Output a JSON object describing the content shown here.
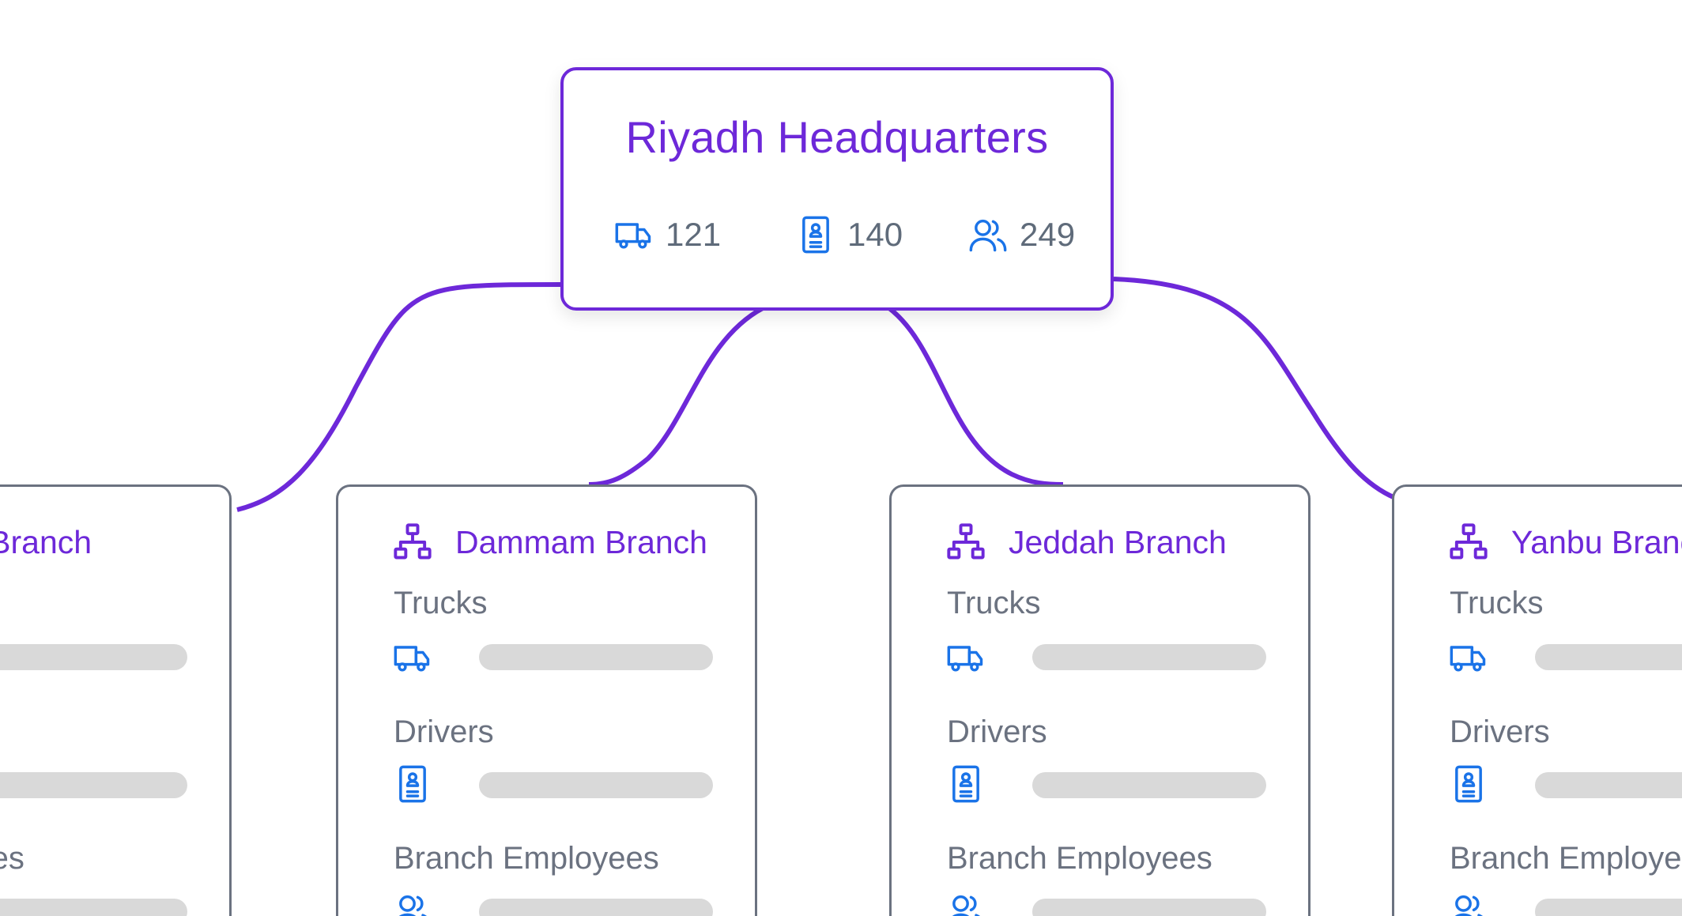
{
  "headquarters": {
    "name": "Riyadh Headquarters",
    "stats": [
      {
        "icon": "truck-icon",
        "value": "121"
      },
      {
        "icon": "driver-badge-icon",
        "value": "140"
      },
      {
        "icon": "users-icon",
        "value": "249"
      }
    ]
  },
  "branches": [
    {
      "name": "Qassim Branch",
      "visible_name": "sim Branch",
      "labels": {
        "trucks": "",
        "drivers": "",
        "employees": "Employees"
      }
    },
    {
      "name": "Dammam Branch",
      "visible_name": "Dammam Branch",
      "labels": {
        "trucks": "Trucks",
        "drivers": "Drivers",
        "employees": "Branch Employees"
      }
    },
    {
      "name": "Jeddah Branch",
      "visible_name": "Jeddah Branch",
      "labels": {
        "trucks": "Trucks",
        "drivers": "Drivers",
        "employees": "Branch Employees"
      }
    },
    {
      "name": "Yanbu Branch",
      "visible_name": "Yanbu Branch",
      "labels": {
        "trucks": "Trucks",
        "drivers": "Drivers",
        "employees": "Branch Employees"
      }
    }
  ],
  "colors": {
    "accent": "#6d28d9",
    "icon_blue": "#1a73e8",
    "text_gray": "#6b7280",
    "placeholder_bar": "#d9d9d9"
  }
}
